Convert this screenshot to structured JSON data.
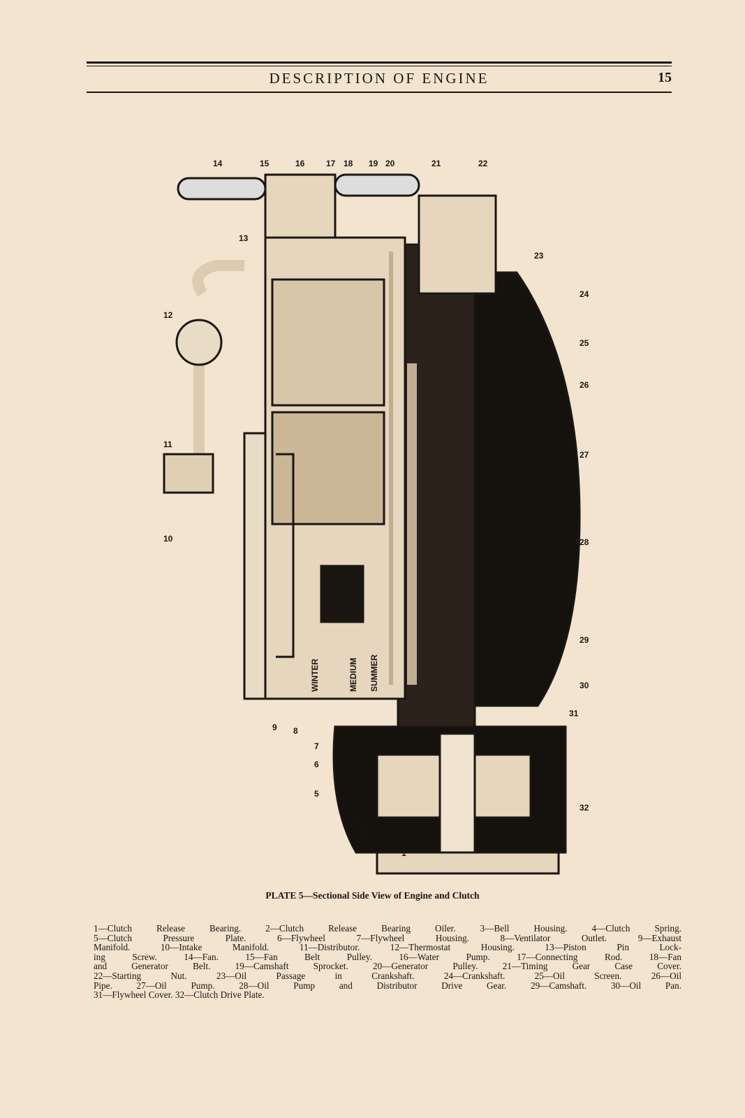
{
  "header": {
    "title": "DESCRIPTION OF ENGINE",
    "page_number": "15"
  },
  "figure": {
    "callouts": [
      "1",
      "2",
      "3",
      "4",
      "5",
      "6",
      "7",
      "8",
      "9",
      "10",
      "11",
      "12",
      "13",
      "14",
      "15",
      "16",
      "17",
      "18",
      "19",
      "20",
      "21",
      "22",
      "23",
      "24",
      "25",
      "26",
      "27",
      "28",
      "29",
      "30",
      "31",
      "32"
    ],
    "dial_labels": [
      "WINTER",
      "MEDIUM",
      "SUMMER"
    ],
    "caption": "PLATE 5—Sectional Side View of Engine and Clutch"
  },
  "legend": {
    "lines": [
      "1—Clutch Release Bearing.  2—Clutch Release Bearing Oiler.  3—Bell Housing.  4—Clutch Spring.",
      "5—Clutch Pressure Plate.  6—Flywheel  7—Flywheel Housing.  8—Ventilator Outlet.  9—Exhaust",
      "Manifold.  10—Intake Manifold.  11—Distributor.  12—Thermostat Housing.  13—Piston Pin Lock-",
      "ing Screw.  14—Fan.  15—Fan Belt Pulley.  16—Water Pump.  17—Connecting Rod.  18—Fan",
      "and Generator Belt.  19—Camshaft Sprocket.  20—Generator Pulley.  21—Timing Gear Case Cover.",
      "22—Starting Nut.  23—Oil Passage in Crankshaft.  24—Crankshaft.  25—Oil Screen.  26—Oil",
      "Pipe.  27—Oil Pump.  28—Oil Pump and Distributor Drive Gear.  29—Camshaft.  30—Oil Pan.",
      "31—Flywheel Cover.  32—Clutch Drive Plate."
    ]
  }
}
